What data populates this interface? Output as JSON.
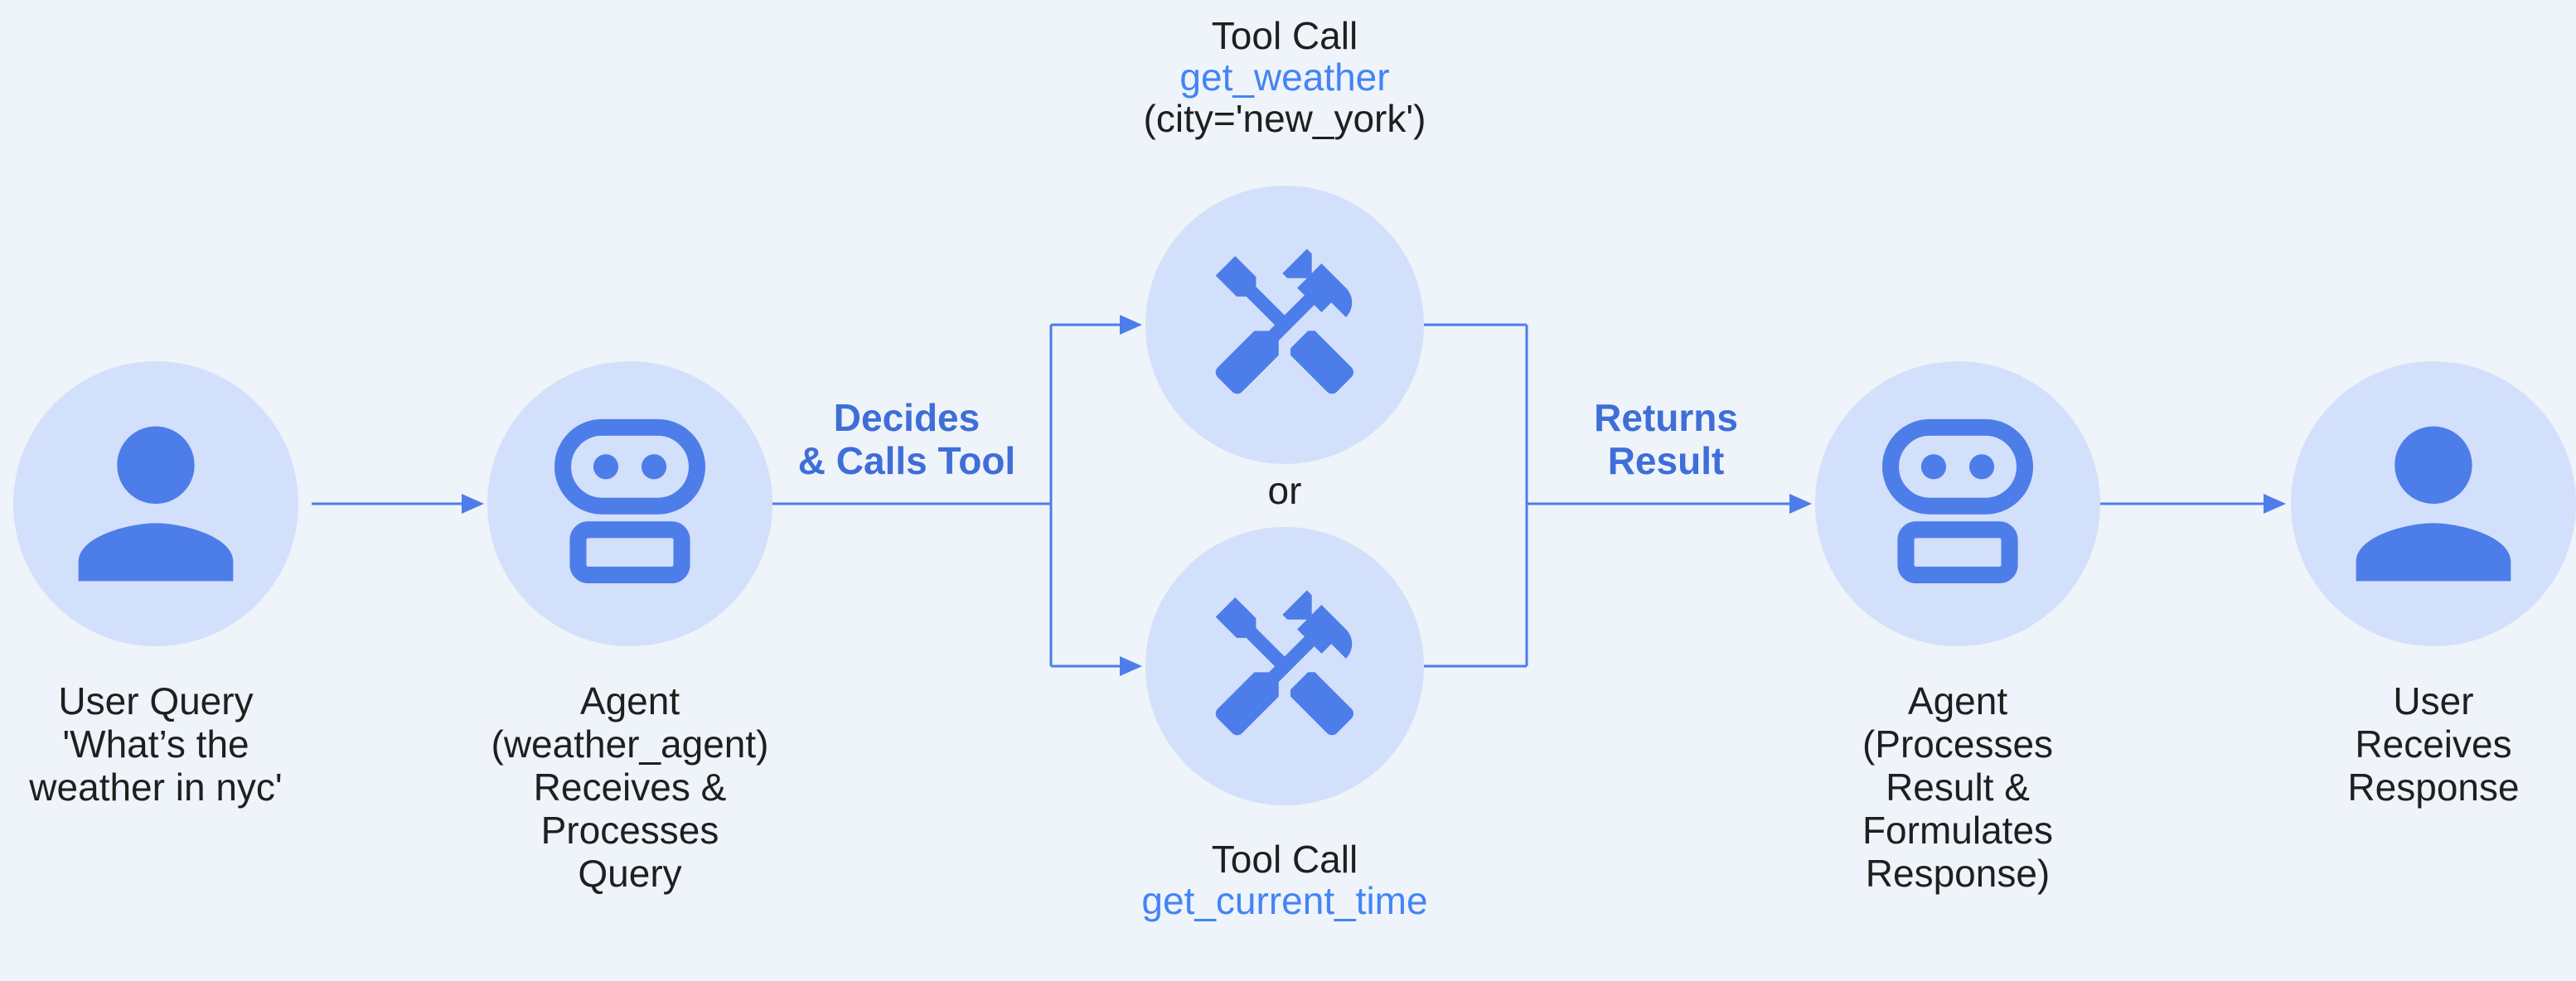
{
  "colors": {
    "bg": "#eff3fa",
    "circle_fill": "#d3e0fb",
    "icon_blue": "#4d7de9",
    "line_blue": "#4d7de9",
    "edge_label_blue": "#3e6ed8",
    "tool_name_blue": "#4285f4",
    "text_dark": "#1f1f1f"
  },
  "nodes": {
    "user_query": {
      "caption": "User Query\n'What’s the\nweather in nyc'"
    },
    "agent_receives": {
      "caption": "Agent\n(weather_agent)\nReceives &\nProcesses\nQuery"
    },
    "tool_weather": {
      "title": "Tool Call",
      "name": "get_weather",
      "args": "(city='new_york')"
    },
    "tool_time": {
      "title": "Tool Call",
      "name": "get_current_time"
    },
    "agent_responds": {
      "caption": "Agent\n(Processes\nResult &\nFormulates\nResponse)"
    },
    "user_receives": {
      "caption": "User Receives\nResponse"
    }
  },
  "edges": {
    "decides_label": "Decides\n& Calls Tool",
    "returns_label": "Returns\nResult",
    "or_label": "or"
  }
}
